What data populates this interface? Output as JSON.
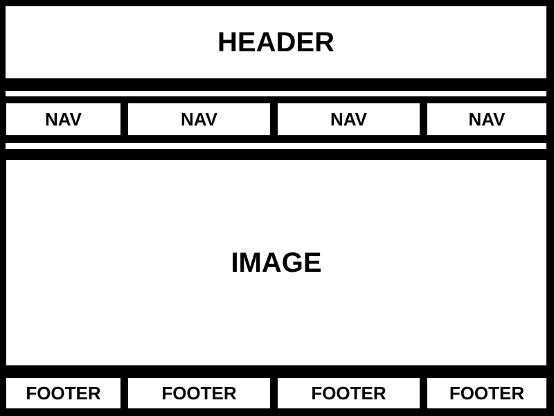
{
  "header": {
    "label": "HEADER"
  },
  "nav": {
    "items": [
      {
        "label": "NAV"
      },
      {
        "label": "NAV"
      },
      {
        "label": "NAV"
      },
      {
        "label": "NAV"
      }
    ]
  },
  "image": {
    "label": "IMAGE"
  },
  "footer": {
    "items": [
      {
        "label": "FOOTER"
      },
      {
        "label": "FOOTER"
      },
      {
        "label": "FOOTER"
      },
      {
        "label": "FOOTER"
      }
    ]
  },
  "colors": {
    "background": "#000000",
    "box_fill": "#ffffff",
    "text": "#000000"
  }
}
